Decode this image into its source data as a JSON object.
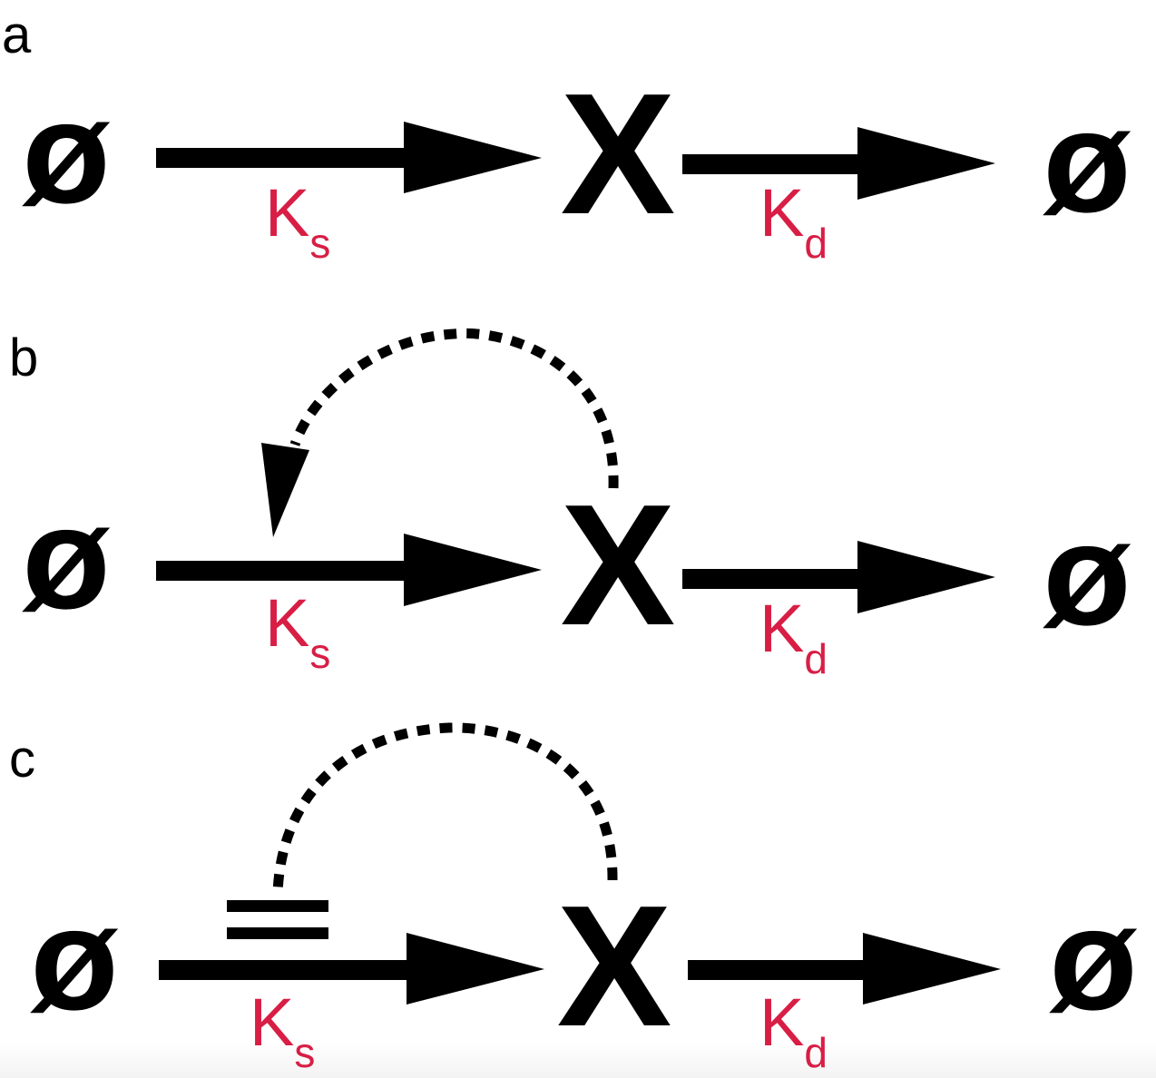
{
  "colors": {
    "ink": "#000000",
    "rate": "#d81e45"
  },
  "empty_set_symbol": "ø",
  "species_label": "X",
  "panels": [
    {
      "label": "a",
      "synthesis_rate": {
        "main": "K",
        "sub": "s"
      },
      "degradation_rate": {
        "main": "K",
        "sub": "d"
      },
      "feedback": "none"
    },
    {
      "label": "b",
      "synthesis_rate": {
        "main": "K",
        "sub": "s"
      },
      "degradation_rate": {
        "main": "K",
        "sub": "d"
      },
      "feedback": "positive"
    },
    {
      "label": "c",
      "synthesis_rate": {
        "main": "K",
        "sub": "s"
      },
      "degradation_rate": {
        "main": "K",
        "sub": "d"
      },
      "feedback": "negative"
    }
  ]
}
